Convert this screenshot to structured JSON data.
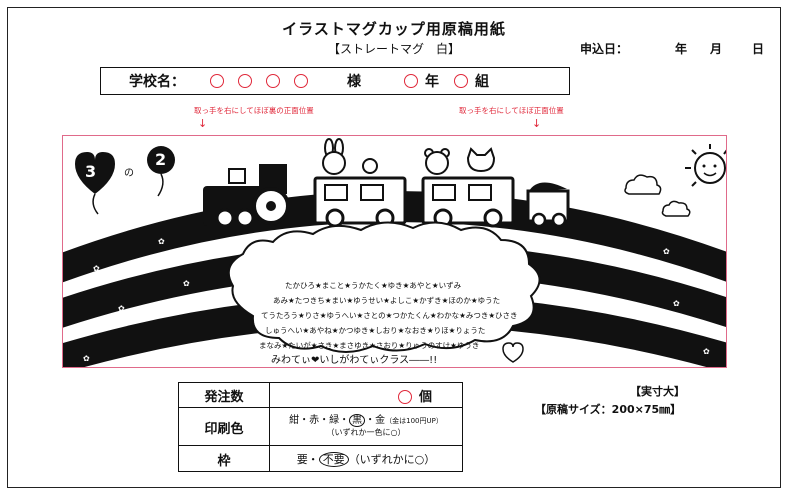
{
  "header": {
    "title": "イラストマグカップ用原稿用紙",
    "subtitle": "【ストレートマグ　白】",
    "apply_label": "申込日：",
    "year": "年",
    "month": "月",
    "day": "日"
  },
  "school": {
    "label": "学校名：",
    "sama": "様",
    "nen": "年",
    "kumi": "組"
  },
  "notes": {
    "left": "取っ手を右にしてほぼ裏の正面位置",
    "right": "取っ手を右にしてほぼ正面位置"
  },
  "art": {
    "balloon_left": "3",
    "balloon_no": "の",
    "balloon_right": "2",
    "names": [
      "たかひろ★まこと★うかたく★ゆき★あやと★いずみ",
      "あみ★たつきち★まい★ゆうせい★よしこ★かずき★ほのか★ゆうた",
      "てうたろう★りさ★ゆうへい★さとの★つかたくん★わかな★みつき★ひさき",
      "しゅうへい★あやね★かつゆき★しおり★なおき★りほ★りょうた",
      "まなみ★たいが★さき★まさゆき★さおり★りゅうのすけ★ゆうき"
    ],
    "message": "みわてぃ❤いしがわてぃクラス――!!"
  },
  "order": {
    "qty_label": "発注数",
    "qty_unit": "個",
    "color_label": "印刷色",
    "color_opts": "紺・赤・緑・",
    "color_black": "黒",
    "color_gold": "・金",
    "color_note": "（金は100円UP）",
    "color_note2": "（いずれか一色に○）",
    "frame_label": "枠",
    "frame_yes": "要・",
    "frame_no": "不要",
    "frame_note": "（いずれかに○）"
  },
  "size": {
    "actual": "【実寸大】",
    "spec": "【原稿サイズ：200×75㎜】"
  }
}
